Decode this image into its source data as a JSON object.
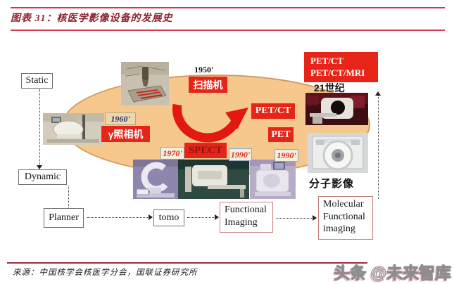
{
  "header": {
    "figure_title": "图表 31：核医学影像设备的发展史"
  },
  "timeline": {
    "y1950": "1950'",
    "scanner_cn": "扫描机",
    "y1960": "1960'",
    "gamma_camera_cn": "γ照相机",
    "y1970": "1970'",
    "spect": "SPECT",
    "y1990_spect": "1990'",
    "y1990_pet": "1990'",
    "pet": "PET",
    "pet_ct": "PET/CT",
    "future_line1": "PET/CT",
    "future_line2": "PET/CT/MRI",
    "century21": "21世纪",
    "molecular_imaging_cn": "分子影像"
  },
  "stages": {
    "static": "Static",
    "dynamic": "Dynamic",
    "planner": "Planner",
    "tomo": "tomo",
    "functional_line1": "Functional",
    "functional_line2": "Imaging",
    "molecular_line1": "Molecular",
    "molecular_line2": "Functional",
    "molecular_line3": "imaging"
  },
  "footer": {
    "source": "来源：中国核学会核医学分会，国联证券研究所",
    "watermark": "头条 @未来智库"
  },
  "colors": {
    "accent_red": "#e62518",
    "ellipse_fill": "#f6c88e",
    "ellipse_border": "#d49a61",
    "rule_crimson": "#d63551",
    "title_maroon": "#8c2330",
    "year_navy": "#203070",
    "year_red": "#e02a17"
  }
}
